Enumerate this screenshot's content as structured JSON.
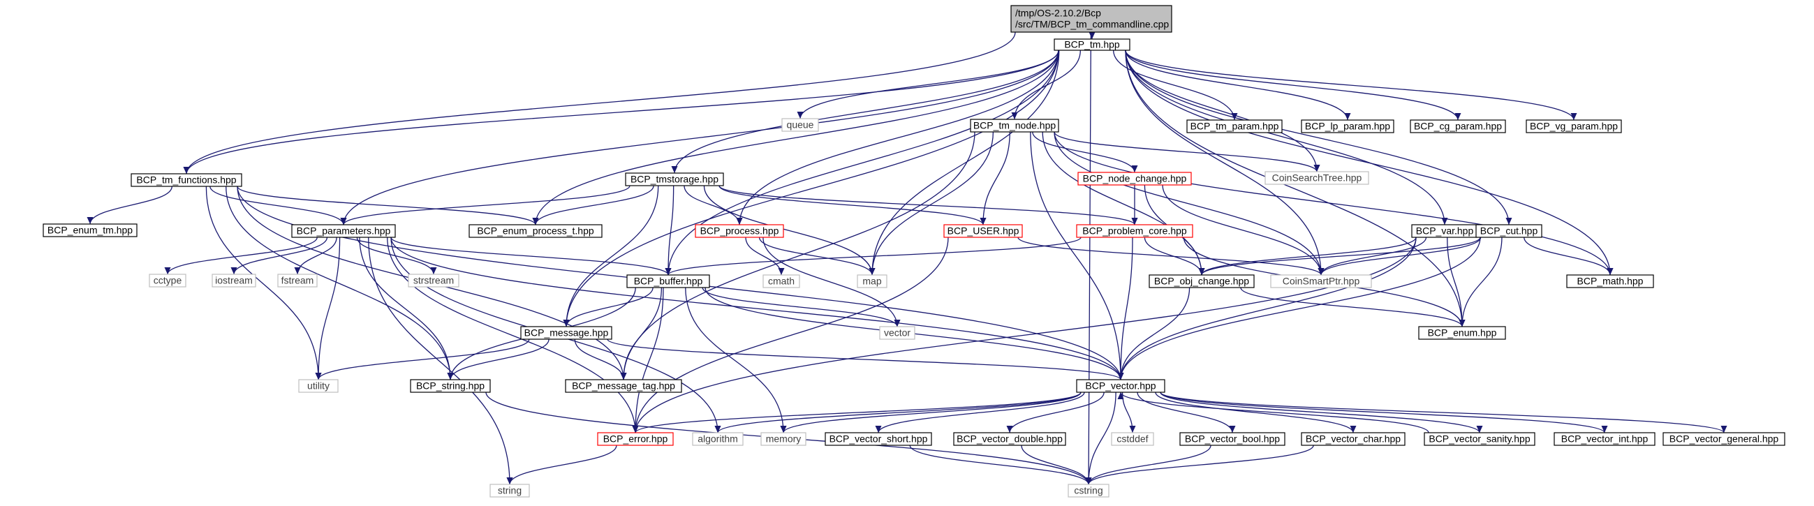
{
  "colors": {
    "edge": "#191970",
    "node_border": "#000000",
    "external_border": "#bfbfbf",
    "truncated_border": "#ff0000",
    "root_fill": "#bfbfbf"
  },
  "nodes": [
    {
      "id": "root",
      "label": "/tmp/OS-2.10.2/Bcp\n/src/TM/BCP_tm_commandline.cpp",
      "kind": "root"
    },
    {
      "id": "tm",
      "label": "BCP_tm.hpp",
      "kind": "normal"
    },
    {
      "id": "tm_functions",
      "label": "BCP_tm_functions.hpp",
      "kind": "normal"
    },
    {
      "id": "enum_tm",
      "label": "BCP_enum_tm.hpp",
      "kind": "normal"
    },
    {
      "id": "parameters",
      "label": "BCP_parameters.hpp",
      "kind": "normal"
    },
    {
      "id": "enum_process_t",
      "label": "BCP_enum_process_t.hpp",
      "kind": "normal"
    },
    {
      "id": "tmstorage",
      "label": "BCP_tmstorage.hpp",
      "kind": "normal"
    },
    {
      "id": "queue",
      "label": "queue",
      "kind": "external"
    },
    {
      "id": "tm_node",
      "label": "BCP_tm_node.hpp",
      "kind": "normal"
    },
    {
      "id": "tm_param",
      "label": "BCP_tm_param.hpp",
      "kind": "normal"
    },
    {
      "id": "lp_param",
      "label": "BCP_lp_param.hpp",
      "kind": "normal"
    },
    {
      "id": "cg_param",
      "label": "BCP_cg_param.hpp",
      "kind": "normal"
    },
    {
      "id": "vg_param",
      "label": "BCP_vg_param.hpp",
      "kind": "normal"
    },
    {
      "id": "coinsearchtree",
      "label": "CoinSearchTree.hpp",
      "kind": "external"
    },
    {
      "id": "node_change",
      "label": "BCP_node_change.hpp",
      "kind": "truncated"
    },
    {
      "id": "process",
      "label": "BCP_process.hpp",
      "kind": "truncated"
    },
    {
      "id": "user",
      "label": "BCP_USER.hpp",
      "kind": "truncated"
    },
    {
      "id": "problem_core",
      "label": "BCP_problem_core.hpp",
      "kind": "truncated"
    },
    {
      "id": "var",
      "label": "BCP_var.hpp",
      "kind": "normal"
    },
    {
      "id": "cut",
      "label": "BCP_cut.hpp",
      "kind": "normal"
    },
    {
      "id": "cctype",
      "label": "cctype",
      "kind": "external"
    },
    {
      "id": "iostream",
      "label": "iostream",
      "kind": "external"
    },
    {
      "id": "fstream",
      "label": "fstream",
      "kind": "external"
    },
    {
      "id": "strstream",
      "label": "strstream",
      "kind": "external"
    },
    {
      "id": "cmath",
      "label": "cmath",
      "kind": "external"
    },
    {
      "id": "map",
      "label": "map",
      "kind": "external"
    },
    {
      "id": "coinsmartptr",
      "label": "CoinSmartPtr.hpp",
      "kind": "external"
    },
    {
      "id": "obj_change",
      "label": "BCP_obj_change.hpp",
      "kind": "normal"
    },
    {
      "id": "math",
      "label": "BCP_math.hpp",
      "kind": "normal"
    },
    {
      "id": "buffer",
      "label": "BCP_buffer.hpp",
      "kind": "normal"
    },
    {
      "id": "message",
      "label": "BCP_message.hpp",
      "kind": "normal"
    },
    {
      "id": "vector_std",
      "label": "vector",
      "kind": "external"
    },
    {
      "id": "enum",
      "label": "BCP_enum.hpp",
      "kind": "normal"
    },
    {
      "id": "utility",
      "label": "utility",
      "kind": "external"
    },
    {
      "id": "string_hpp",
      "label": "BCP_string.hpp",
      "kind": "normal"
    },
    {
      "id": "message_tag",
      "label": "BCP_message_tag.hpp",
      "kind": "normal"
    },
    {
      "id": "vector_hpp",
      "label": "BCP_vector.hpp",
      "kind": "normal"
    },
    {
      "id": "error",
      "label": "BCP_error.hpp",
      "kind": "truncated"
    },
    {
      "id": "algorithm",
      "label": "algorithm",
      "kind": "external"
    },
    {
      "id": "memory",
      "label": "memory",
      "kind": "external"
    },
    {
      "id": "vector_short",
      "label": "BCP_vector_short.hpp",
      "kind": "normal"
    },
    {
      "id": "vector_double",
      "label": "BCP_vector_double.hpp",
      "kind": "normal"
    },
    {
      "id": "cstddef",
      "label": "cstddef",
      "kind": "external"
    },
    {
      "id": "vector_bool",
      "label": "BCP_vector_bool.hpp",
      "kind": "normal"
    },
    {
      "id": "vector_char",
      "label": "BCP_vector_char.hpp",
      "kind": "normal"
    },
    {
      "id": "vector_sanity",
      "label": "BCP_vector_sanity.hpp",
      "kind": "normal"
    },
    {
      "id": "vector_int",
      "label": "BCP_vector_int.hpp",
      "kind": "normal"
    },
    {
      "id": "vector_general",
      "label": "BCP_vector_general.hpp",
      "kind": "normal"
    },
    {
      "id": "string_std",
      "label": "string",
      "kind": "external"
    },
    {
      "id": "cstring",
      "label": "cstring",
      "kind": "external"
    }
  ],
  "edges": [
    [
      "root",
      "tm"
    ],
    [
      "root",
      "tm_functions"
    ],
    [
      "root",
      "cstring"
    ],
    [
      "tm",
      "tm_functions"
    ],
    [
      "tm",
      "parameters"
    ],
    [
      "tm",
      "enum_process_t"
    ],
    [
      "tm",
      "tmstorage"
    ],
    [
      "tm",
      "queue"
    ],
    [
      "tm",
      "tm_node"
    ],
    [
      "tm",
      "tm_param"
    ],
    [
      "tm",
      "lp_param"
    ],
    [
      "tm",
      "cg_param"
    ],
    [
      "tm",
      "vg_param"
    ],
    [
      "tm",
      "coinsearchtree"
    ],
    [
      "tm",
      "process"
    ],
    [
      "tm",
      "var"
    ],
    [
      "tm",
      "cut"
    ],
    [
      "tm",
      "map"
    ],
    [
      "tm",
      "coinsmartptr"
    ],
    [
      "tm",
      "math"
    ],
    [
      "tm",
      "buffer"
    ],
    [
      "tm",
      "message"
    ],
    [
      "tm",
      "enum"
    ],
    [
      "tm_functions",
      "enum_tm"
    ],
    [
      "tm_functions",
      "parameters"
    ],
    [
      "tm_functions",
      "enum_process_t"
    ],
    [
      "tm_functions",
      "utility"
    ],
    [
      "tm_functions",
      "string_hpp"
    ],
    [
      "tm_functions",
      "message_tag"
    ],
    [
      "tm_functions",
      "vector_hpp"
    ],
    [
      "tmstorage",
      "parameters"
    ],
    [
      "tmstorage",
      "enum_process_t"
    ],
    [
      "tmstorage",
      "process"
    ],
    [
      "tmstorage",
      "user"
    ],
    [
      "tmstorage",
      "problem_core"
    ],
    [
      "tmstorage",
      "map"
    ],
    [
      "tmstorage",
      "buffer"
    ],
    [
      "tmstorage",
      "message"
    ],
    [
      "tm_node",
      "coinsearchtree"
    ],
    [
      "tm_node",
      "node_change"
    ],
    [
      "tm_node",
      "user"
    ],
    [
      "tm_node",
      "obj_change"
    ],
    [
      "tm_node",
      "coinsmartptr"
    ],
    [
      "tm_node",
      "math"
    ],
    [
      "tm_node",
      "map"
    ],
    [
      "tm_node",
      "vector_hpp"
    ],
    [
      "tm_node",
      "message_tag"
    ],
    [
      "node_change",
      "problem_core"
    ],
    [
      "node_change",
      "obj_change"
    ],
    [
      "node_change",
      "coinsmartptr"
    ],
    [
      "process",
      "cmath"
    ],
    [
      "process",
      "map"
    ],
    [
      "process",
      "vector_std"
    ],
    [
      "user",
      "coinsmartptr"
    ],
    [
      "user",
      "error"
    ],
    [
      "problem_core",
      "buffer"
    ],
    [
      "problem_core",
      "obj_change"
    ],
    [
      "problem_core",
      "vector_hpp"
    ],
    [
      "problem_core",
      "enum"
    ],
    [
      "var",
      "obj_change"
    ],
    [
      "var",
      "coinsmartptr"
    ],
    [
      "var",
      "enum"
    ],
    [
      "var",
      "vector_hpp"
    ],
    [
      "var",
      "error"
    ],
    [
      "cut",
      "obj_change"
    ],
    [
      "cut",
      "coinsmartptr"
    ],
    [
      "cut",
      "math"
    ],
    [
      "cut",
      "enum"
    ],
    [
      "cut",
      "vector_hpp"
    ],
    [
      "parameters",
      "cctype"
    ],
    [
      "parameters",
      "iostream"
    ],
    [
      "parameters",
      "fstream"
    ],
    [
      "parameters",
      "strstream"
    ],
    [
      "parameters",
      "utility"
    ],
    [
      "parameters",
      "string_hpp"
    ],
    [
      "parameters",
      "string_std"
    ],
    [
      "parameters",
      "algorithm"
    ],
    [
      "parameters",
      "buffer"
    ],
    [
      "parameters",
      "error"
    ],
    [
      "parameters",
      "vector_hpp"
    ],
    [
      "obj_change",
      "enum"
    ],
    [
      "obj_change",
      "vector_hpp"
    ],
    [
      "buffer",
      "message"
    ],
    [
      "buffer",
      "vector_std"
    ],
    [
      "buffer",
      "string_hpp"
    ],
    [
      "buffer",
      "message_tag"
    ],
    [
      "buffer",
      "vector_hpp"
    ],
    [
      "buffer",
      "error"
    ],
    [
      "buffer",
      "memory"
    ],
    [
      "message",
      "utility"
    ],
    [
      "message",
      "string_hpp"
    ],
    [
      "message",
      "message_tag"
    ],
    [
      "message",
      "vector_hpp"
    ],
    [
      "string_hpp",
      "cstring"
    ],
    [
      "vector_hpp",
      "error"
    ],
    [
      "vector_hpp",
      "algorithm"
    ],
    [
      "vector_hpp",
      "memory"
    ],
    [
      "vector_hpp",
      "vector_short"
    ],
    [
      "vector_hpp",
      "vector_double"
    ],
    [
      "vector_hpp",
      "cstddef"
    ],
    [
      "vector_hpp",
      "vector_bool"
    ],
    [
      "vector_hpp",
      "vector_char"
    ],
    [
      "vector_hpp",
      "vector_sanity"
    ],
    [
      "vector_hpp",
      "vector_int"
    ],
    [
      "vector_hpp",
      "vector_general"
    ],
    [
      "vector_hpp",
      "cstring"
    ],
    [
      "vector_sanity",
      "vector_hpp"
    ],
    [
      "error",
      "string_std"
    ],
    [
      "vector_short",
      "cstring"
    ],
    [
      "vector_double",
      "cstring"
    ],
    [
      "vector_bool",
      "cstring"
    ],
    [
      "vector_char",
      "cstring"
    ]
  ]
}
